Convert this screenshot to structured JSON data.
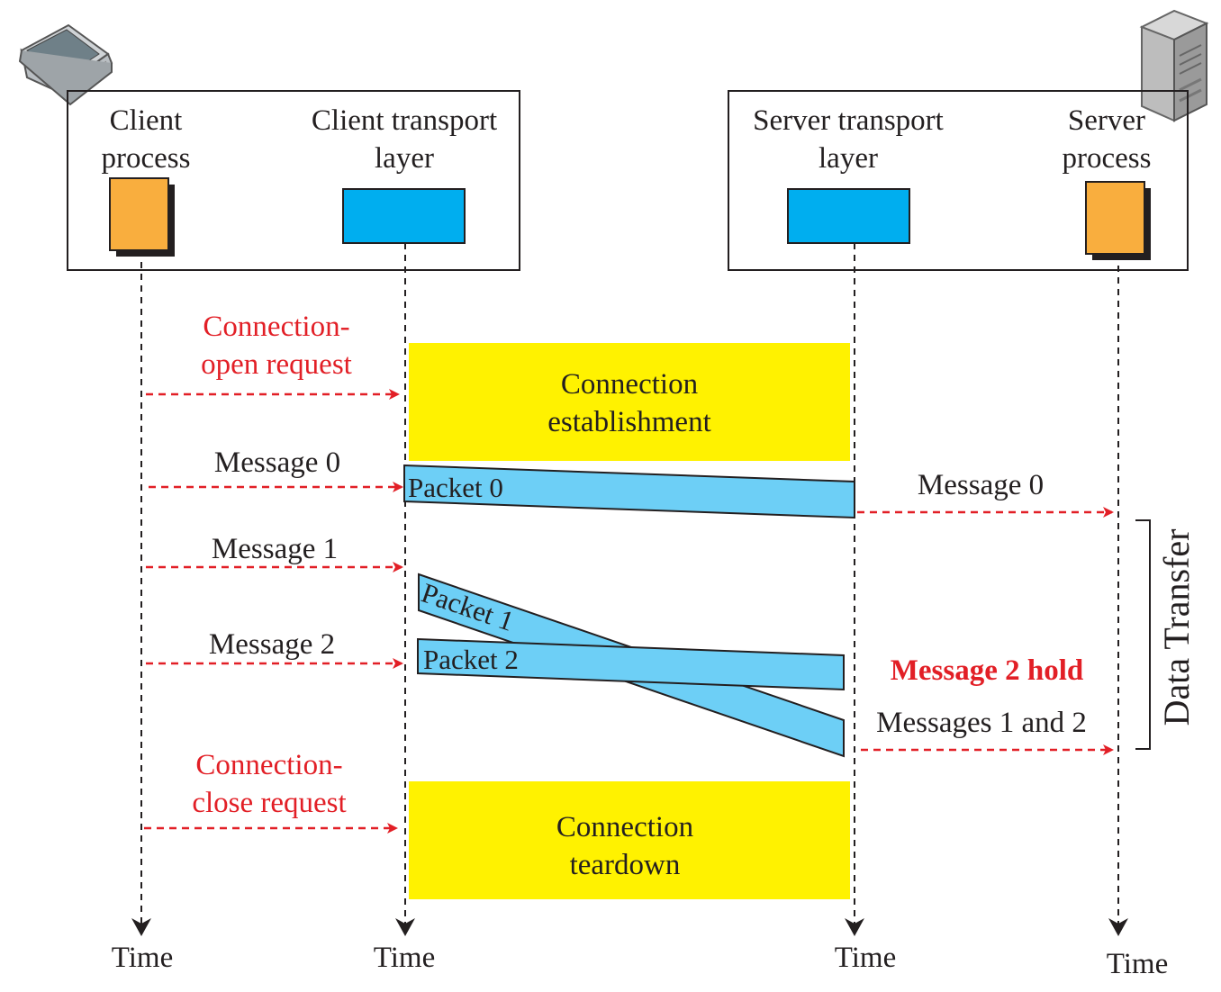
{
  "colors": {
    "process": "#F9AE3E",
    "transport": "#00AEEF",
    "packet": "#6DCFF6",
    "phase": "#FFF200",
    "request": "#E21F26",
    "hold": "#E21F26",
    "text": "#231F20"
  },
  "icons": {
    "client": "laptop-icon",
    "server": "server-tower-icon"
  },
  "client": {
    "process_label": [
      "Client",
      "process"
    ],
    "transport_label": [
      "Client transport",
      "layer"
    ]
  },
  "server": {
    "transport_label": [
      "Server transport",
      "layer"
    ],
    "process_label": [
      "Server",
      "process"
    ]
  },
  "time_label": "Time",
  "requests": {
    "open": [
      "Connection-",
      "open request"
    ],
    "close": [
      "Connection-",
      "close request"
    ]
  },
  "phases": {
    "establishment": [
      "Connection",
      "establishment"
    ],
    "teardown": [
      "Connection",
      "teardown"
    ],
    "data_transfer": "Data Transfer"
  },
  "client_messages": [
    "Message  0",
    "Message  1",
    "Message  2"
  ],
  "packets": [
    "Packet 0",
    "Packet 1",
    "Packet 2"
  ],
  "server_messages": [
    "Message  0",
    "Messages 1 and 2"
  ],
  "hold_note": "Message 2 hold"
}
